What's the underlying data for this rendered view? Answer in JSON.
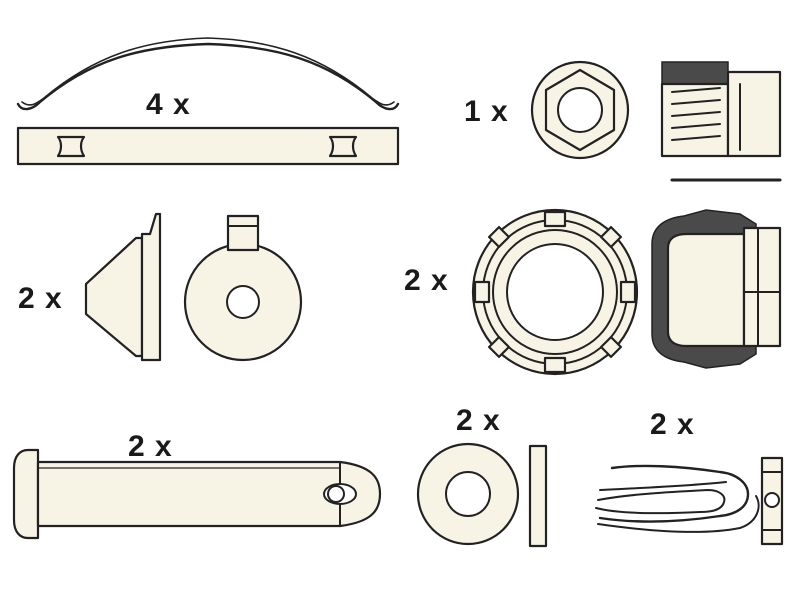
{
  "parts": [
    {
      "name": "anti-rattle-spring-clip",
      "quantity_label": "4 x"
    },
    {
      "name": "hex-adjuster-nut",
      "quantity_label": "1 x"
    },
    {
      "name": "sealing-cap-and-disc",
      "quantity_label": "2 x"
    },
    {
      "name": "slotted-ring-and-boot",
      "quantity_label": "2 x"
    },
    {
      "name": "clevis-pin",
      "quantity_label": "2 x"
    },
    {
      "name": "flat-washer",
      "quantity_label": "2 x"
    },
    {
      "name": "r-clip-retainer",
      "quantity_label": "2 x"
    }
  ],
  "colors": {
    "line": "#222222",
    "fill": "#f7f4e6",
    "dark": "#4a4a4a",
    "background": "#ffffff"
  }
}
